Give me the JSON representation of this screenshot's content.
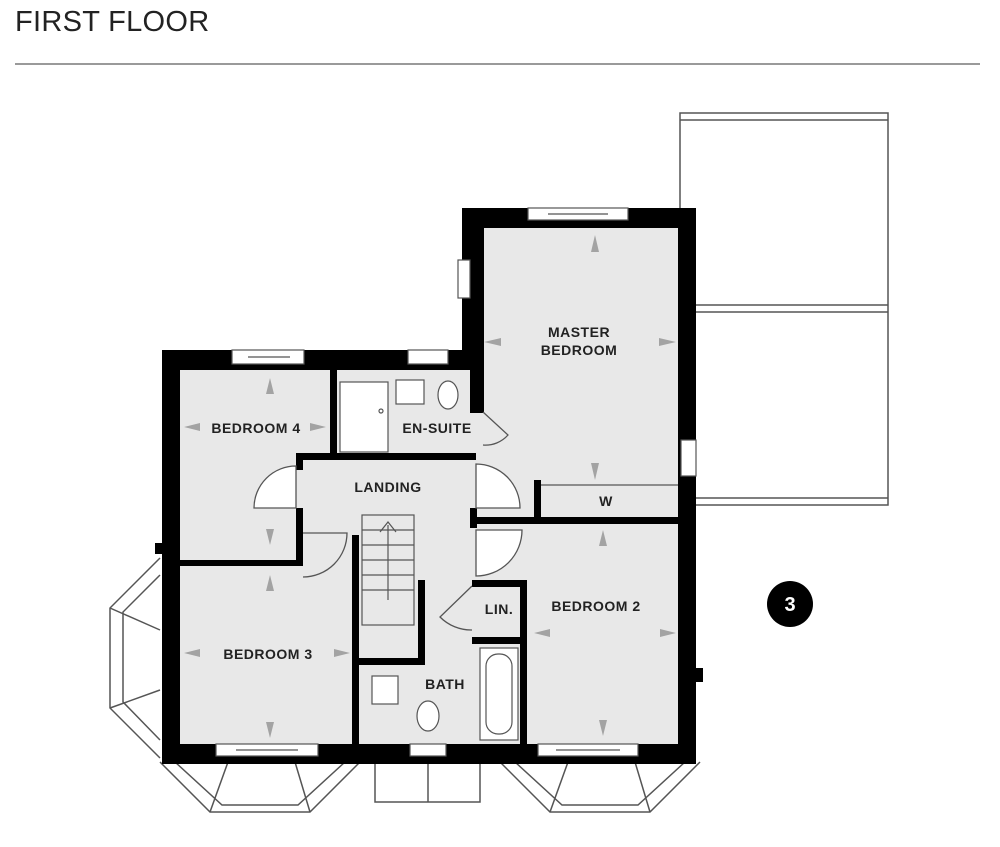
{
  "title": "FIRST FLOOR",
  "rooms": {
    "master_bedroom_line1": "MASTER",
    "master_bedroom_line2": "BEDROOM",
    "bedroom4": "BEDROOM 4",
    "en_suite": "EN-SUITE",
    "landing": "LANDING",
    "wardrobe": "W",
    "bedroom2": "BEDROOM 2",
    "linen": "LIN.",
    "bedroom3": "BEDROOM 3",
    "bath": "BATH"
  },
  "plot_number": "3",
  "colors": {
    "wall": "#000000",
    "floor": "#e8e8e8",
    "arrow": "#a3a3a3",
    "outline": "#555555"
  }
}
